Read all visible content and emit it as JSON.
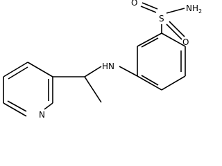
{
  "molecule": {
    "atoms": {
      "amine_group": "NH2",
      "amine_group_base": "NH",
      "amine_group_sub": "2",
      "sulfur": "S",
      "oxygen_top": "O",
      "oxygen_bottom": "O",
      "linker_nh": "HN",
      "pyridine_n": "N"
    }
  },
  "colors": {
    "bond": "#000000",
    "label": "#000000",
    "background": "#ffffff"
  }
}
